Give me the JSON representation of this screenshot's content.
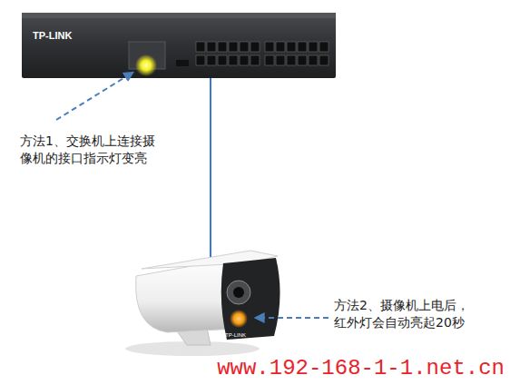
{
  "diagram": {
    "nodes": [
      {
        "text": [
          "TP-LINK"
        ]
      },
      {
        "text": [
          "TP-LINK"
        ]
      }
    ],
    "edges": [
      {
        "from": 0,
        "to": 1,
        "arrow": "none"
      }
    ],
    "labels": [
      "方法1、交换机上连接摄像机的接口指示灯变亮",
      "方法2、摄像机上电后，红外灯会自动亮起20秒",
      "www.192-168-1-1.net.cn"
    ]
  }
}
